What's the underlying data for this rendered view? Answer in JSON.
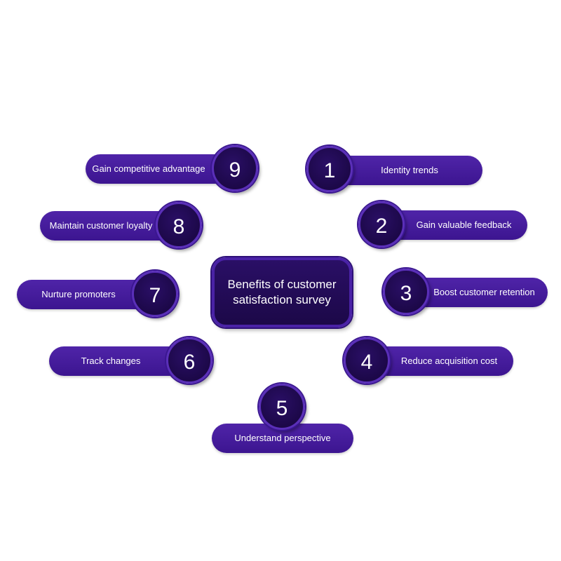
{
  "center": {
    "line1": "Benefits of customer",
    "line2": "satisfaction survey"
  },
  "items": [
    {
      "number": "1",
      "label": "Identity trends"
    },
    {
      "number": "2",
      "label": "Gain valuable feedback"
    },
    {
      "number": "3",
      "label": "Boost customer retention"
    },
    {
      "number": "4",
      "label": "Reduce acquisition cost"
    },
    {
      "number": "5",
      "label": "Understand perspective"
    },
    {
      "number": "6",
      "label": "Track changes"
    },
    {
      "number": "7",
      "label": "Nurture promoters"
    },
    {
      "number": "8",
      "label": "Maintain customer loyalty"
    },
    {
      "number": "9",
      "label": "Gain competitive advantage"
    }
  ],
  "colors": {
    "pill": "#4a1fa0",
    "circle": "#1f0a4e",
    "ring": "#5a2fb8"
  }
}
